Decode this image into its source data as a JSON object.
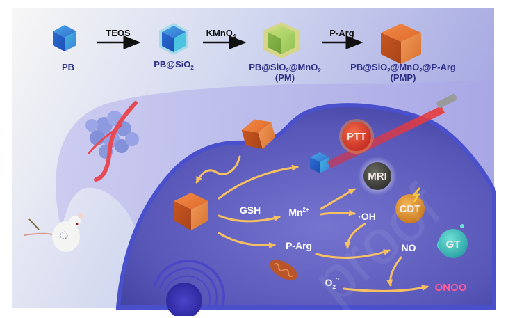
{
  "synthesis": {
    "steps": [
      {
        "label": "PB",
        "sub": "",
        "color": "blue"
      },
      {
        "label": "PB@SiO",
        "sub_index": "2",
        "color": "cyan"
      },
      {
        "label": "PB@SiO₂@MnO₂",
        "abbr": "(PM)",
        "color": "green"
      },
      {
        "label": "PB@SiO₂@MnO₂@P-Arg",
        "abbr": "(PMP)",
        "color": "orange"
      }
    ],
    "reagents": [
      "TEOS",
      "KMnO",
      "P-Arg"
    ],
    "reagent_sub": "4",
    "labels": {
      "pb": "PB",
      "pbsio2_main": "PB@SiO",
      "pbsio2_sub": "2",
      "pm_line1a": "PB@SiO",
      "pm_line1b": "@MnO",
      "pm_sub": "2",
      "pm_abbr": "(PM)",
      "pmp_a": "PB@SiO",
      "pmp_b": "@MnO",
      "pmp_c": "@P-Arg",
      "pmp_abbr": "(PMP)"
    }
  },
  "cell": {
    "labels": {
      "gsh": "GSH",
      "mn": "Mn",
      "mn_sup": "2+",
      "oh": "·OH",
      "parg": "P-Arg",
      "no": "NO",
      "o2": "O",
      "o2_sub": "2",
      "o2_sup": "·-",
      "onoo": "ONOO",
      "onoo_sup": "-"
    },
    "badges": {
      "ptt": "PTT",
      "mri": "MRI",
      "cdt": "CDT",
      "gt": "GT"
    }
  },
  "colors": {
    "background_light": "#e9ecf6",
    "beam_lavender": "#c3c3ee",
    "cell_fill": "#5d5cbf",
    "cell_border": "#4a4fc8",
    "arrow_yellow": "#f8c060",
    "ptt_red": "#e0402e",
    "mri_dark": "#4a4a45",
    "cdt_orange": "#e09a35",
    "gt_teal": "#3fc4c0",
    "onoo_pink": "#ff5a9a",
    "text_navy": "#2d2f86"
  },
  "watermark": "proof"
}
